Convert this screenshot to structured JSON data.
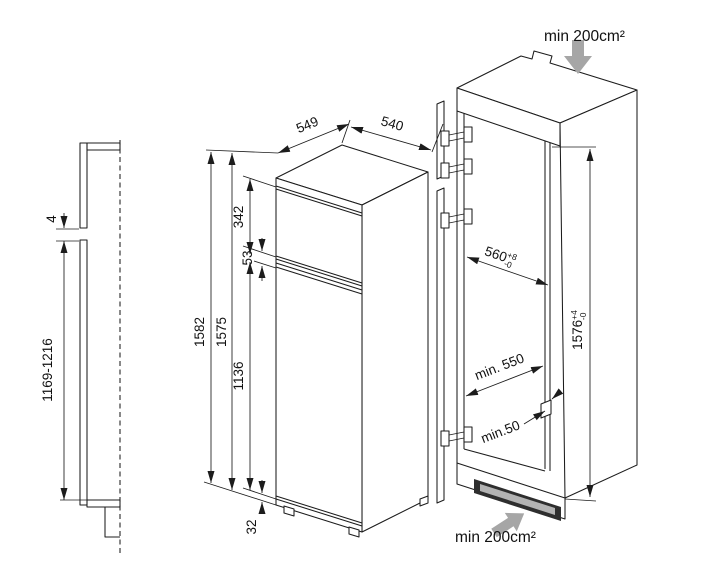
{
  "diagram": {
    "side_view": {
      "door_gap": "4",
      "lower_door_height_range": "1169-1216"
    },
    "appliance": {
      "depth": "549",
      "door_width": "540",
      "total_height": "1582",
      "body_height": "1575",
      "freezer_door_height": "342",
      "between_doors": "53",
      "fridge_door_height": "1136",
      "plinth_height": "32"
    },
    "niche": {
      "width": "560",
      "width_tol_upper": "+8",
      "width_tol_lower": "-0",
      "height": "1576",
      "height_tol_upper": "+4",
      "height_tol_lower": "-0",
      "min_depth": "min. 550",
      "min_rear_clearance": "min.50"
    },
    "ventilation": {
      "top_label": "min 200cm²",
      "bottom_label": "min 200cm²"
    },
    "colors": {
      "line": "#1c1c1c",
      "airflow_arrow": "#a6a6a6",
      "grille_dark": "#2e2e2e",
      "grille_light": "#b3b3b3",
      "panel_fill": "#d8d8d8",
      "shelf_fill": "#e8e8e8"
    }
  }
}
